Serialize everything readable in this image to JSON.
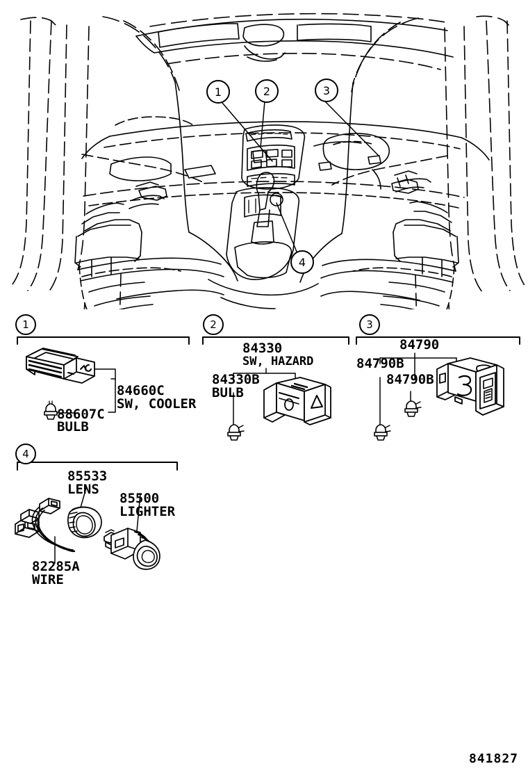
{
  "document": {
    "code": "841827",
    "type": "parts-catalog-illustration"
  },
  "interior_view": {
    "callouts": [
      {
        "id": "1",
        "label": "1",
        "target": "cooler-switch-on-dash"
      },
      {
        "id": "2",
        "label": "2",
        "target": "hazard-switch-on-dash"
      },
      {
        "id": "3",
        "label": "3",
        "target": "mirror-switch-on-dash"
      },
      {
        "id": "4",
        "label": "4",
        "target": "cigarette-lighter-on-console"
      }
    ]
  },
  "sections": [
    {
      "id": "1",
      "number": "1",
      "parts": [
        {
          "code": "84660C",
          "name": "SW, COOLER"
        },
        {
          "code": "88607C",
          "name": "BULB"
        }
      ]
    },
    {
      "id": "2",
      "number": "2",
      "parts": [
        {
          "code": "84330",
          "name": "SW, HAZARD"
        },
        {
          "code": "84330B",
          "name": "BULB"
        }
      ]
    },
    {
      "id": "3",
      "number": "3",
      "parts": [
        {
          "code": "84790",
          "name": ""
        },
        {
          "code": "84790B",
          "name": ""
        },
        {
          "code": "84790B",
          "name": ""
        }
      ]
    },
    {
      "id": "4",
      "number": "4",
      "parts": [
        {
          "code": "85533",
          "name": "LENS"
        },
        {
          "code": "85500",
          "name": "LIGHTER"
        },
        {
          "code": "82285A",
          "name": "WIRE"
        }
      ]
    }
  ],
  "labels": {
    "s1_p1_code": "84660C",
    "s1_p1_name": "SW, COOLER",
    "s1_p2_code": "88607C",
    "s1_p2_name": "BULB",
    "s2_p1_code": "84330",
    "s2_p1_name": "SW, HAZARD",
    "s2_p2_code": "84330B",
    "s2_p2_name": "BULB",
    "s3_p1_code": "84790",
    "s3_p2_code": "84790B",
    "s3_p3_code": "84790B",
    "s4_p1_code": "85533",
    "s4_p1_name": "LENS",
    "s4_p2_code": "85500",
    "s4_p2_name": "LIGHTER",
    "s4_p3_code": "82285A",
    "s4_p3_name": "WIRE",
    "callout_1": "1",
    "callout_2": "2",
    "callout_3": "3",
    "callout_4": "4",
    "section_1": "1",
    "section_2": "2",
    "section_3": "3",
    "section_4": "4"
  },
  "colors": {
    "line": "#000000",
    "background": "#ffffff"
  }
}
